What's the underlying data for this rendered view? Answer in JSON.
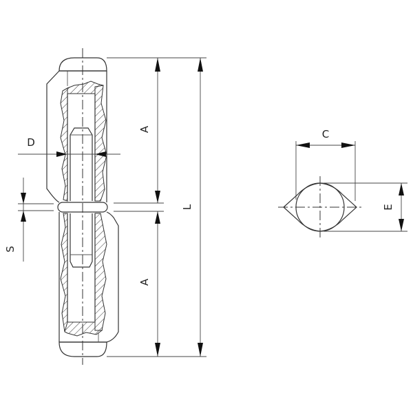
{
  "diagram": {
    "type": "technical-drawing",
    "subject": "weld-on bullet hinge with pin (side section and end view)",
    "line_color": "#333333",
    "background": "#ffffff",
    "dimensions": {
      "A_upper": "A",
      "A_lower": "A",
      "L": "L",
      "D": "D",
      "S": "S",
      "C": "C",
      "E": "E"
    }
  }
}
